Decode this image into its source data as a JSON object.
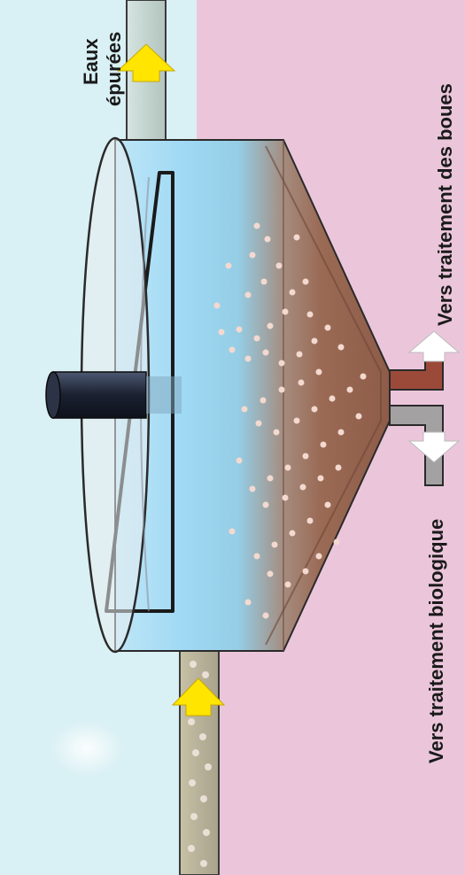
{
  "labels": {
    "clean_water": [
      "Eaux",
      "épurées"
    ],
    "to_sludge": "Vers traitement des boues",
    "to_biological": "Vers traitement biologique"
  },
  "colors": {
    "left_background": "#d9f0f4",
    "right_background": "#ebc6db",
    "water": "#8fd0ef",
    "sludge": "#9a6a55",
    "arrow": "#ffe500",
    "sludge_pipe": "#9b4a3a",
    "bio_pipe": "#a4a1a3"
  }
}
